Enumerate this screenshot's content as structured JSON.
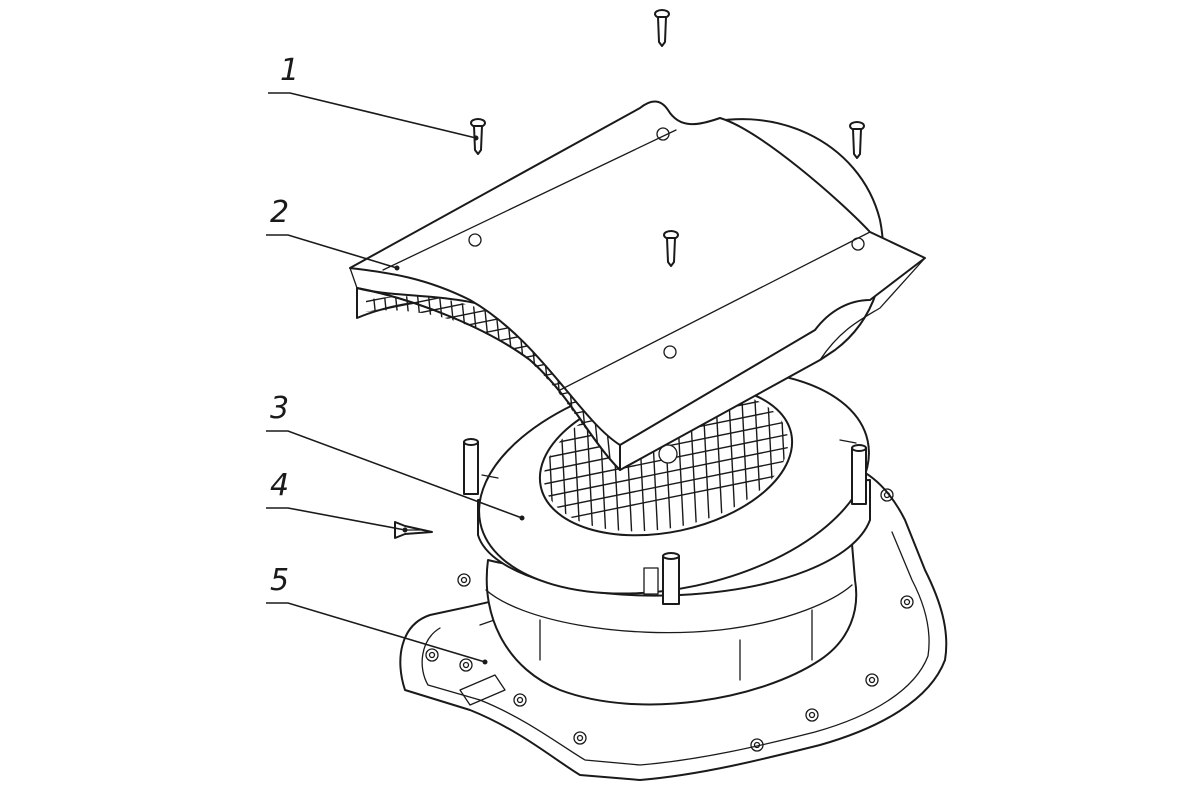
{
  "callouts": [
    {
      "id": "1",
      "label": "1",
      "part": "screw"
    },
    {
      "id": "2",
      "label": "2",
      "part": "cover"
    },
    {
      "id": "3",
      "label": "3",
      "part": "grille-ring"
    },
    {
      "id": "4",
      "label": "4",
      "part": "rivet"
    },
    {
      "id": "5",
      "label": "5",
      "part": "base"
    }
  ],
  "colors": {
    "line": "#1a1a1a",
    "background": "#ffffff"
  }
}
